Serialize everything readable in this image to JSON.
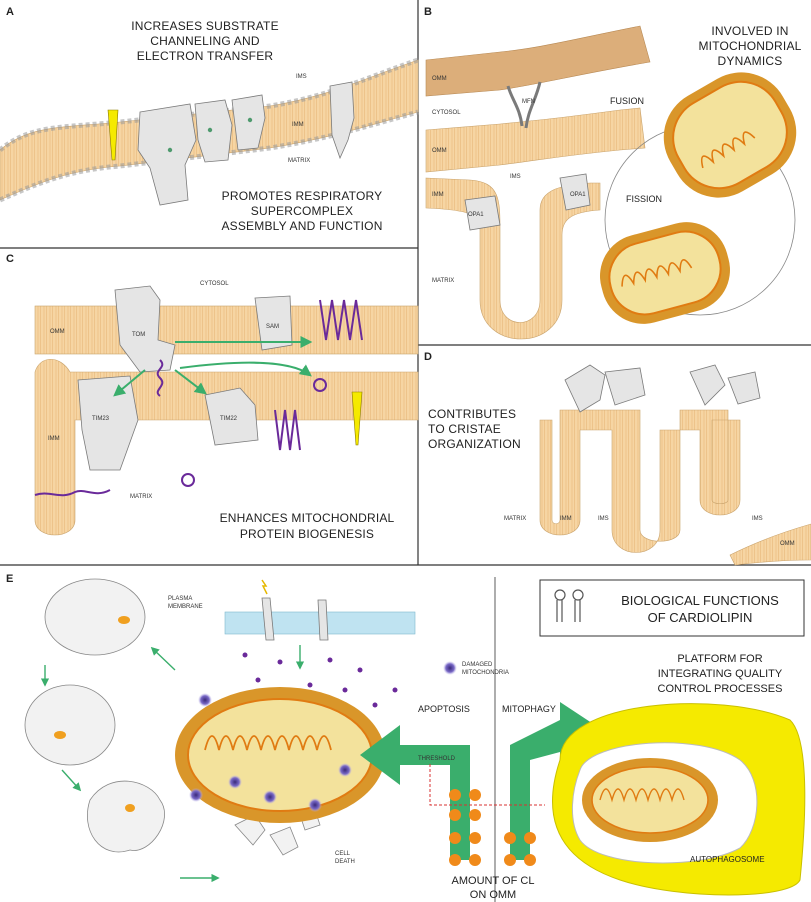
{
  "panels": {
    "A": {
      "letter": "A",
      "title_lines": [
        "INCREASES SUBSTRATE",
        "CHANNELING AND",
        "ELECTRON TRANSFER"
      ],
      "caption_lines": [
        "PROMOTES RESPIRATORY",
        "SUPERCOMPLEX",
        "ASSEMBLY AND FUNCTION"
      ],
      "labels": {
        "ims": "IMS",
        "imm": "IMM",
        "matrix": "MATRIX"
      }
    },
    "B": {
      "letter": "B",
      "title_lines": [
        "INVOLVED IN",
        "MITOCHONDRIAL",
        "DYNAMICS"
      ],
      "labels": {
        "omm1": "OMM",
        "cytosol": "CYTOSOL",
        "mfn": "MFN",
        "fusion": "FUSION",
        "omm2": "OMM",
        "ims": "IMS",
        "imm": "IMM",
        "opa1_left": "OPA1",
        "opa1_right": "OPA1",
        "fission": "FISSION",
        "matrix": "MATRIX"
      }
    },
    "C": {
      "letter": "C",
      "caption_lines": [
        "ENHANCES MITOCHONDRIAL",
        "PROTEIN BIOGENESIS"
      ],
      "labels": {
        "cytosol": "CYTOSOL",
        "omm": "OMM",
        "tom": "TOM",
        "sam": "SAM",
        "imm": "IMM",
        "tim23": "TIM23",
        "tim22": "TIM22",
        "matrix": "MATRIX"
      }
    },
    "D": {
      "letter": "D",
      "title_lines": [
        "CONTRIBUTES",
        "TO CRISTAE",
        "ORGANIZATION"
      ],
      "labels": {
        "matrix": "MATRIX",
        "imm": "IMM",
        "ims1": "IMS",
        "ims2": "IMS",
        "omm": "OMM"
      }
    },
    "E": {
      "letter": "E",
      "legend_title_lines": [
        "BIOLOGICAL FUNCTIONS",
        "OF CARDIOLIPIN"
      ],
      "platform_lines": [
        "PLATFORM FOR",
        "INTEGRATING QUALITY",
        "CONTROL PROCESSES"
      ],
      "plasma_lines": [
        "PLASMA",
        "MEMBRANE"
      ],
      "damaged_lines": [
        "DAMAGED",
        "MITOCHONDRIA"
      ],
      "apoptosis": "APOPTOSIS",
      "mitophagy": "MITOPHAGY",
      "threshold": "THRESHOLD",
      "amount_lines": [
        "AMOUNT OF CL",
        "ON OMM"
      ],
      "cell_death_lines": [
        "CELL",
        "DEATH"
      ],
      "autophagosome": "AUTOPHAGOSOME"
    }
  },
  "colors": {
    "membrane": "#f6d5a3",
    "head": "#e9e9e9",
    "head_stroke": "#8a8a8a",
    "cl_head": "#4e9a6e",
    "protein": "#e5e5e5",
    "protein_stroke": "#7a7a7a",
    "mito_outer": "#d9962a",
    "mito_inner": "#f3e29c",
    "cristae": "#e07b12",
    "arrow_green": "#3aae6c",
    "purple": "#6a2a9a",
    "yellow": "#f5ea00",
    "threshold_red": "#d93030",
    "cl_dot": "#f08a1a",
    "plasma": "#bfe3f1",
    "border": "#333333"
  }
}
